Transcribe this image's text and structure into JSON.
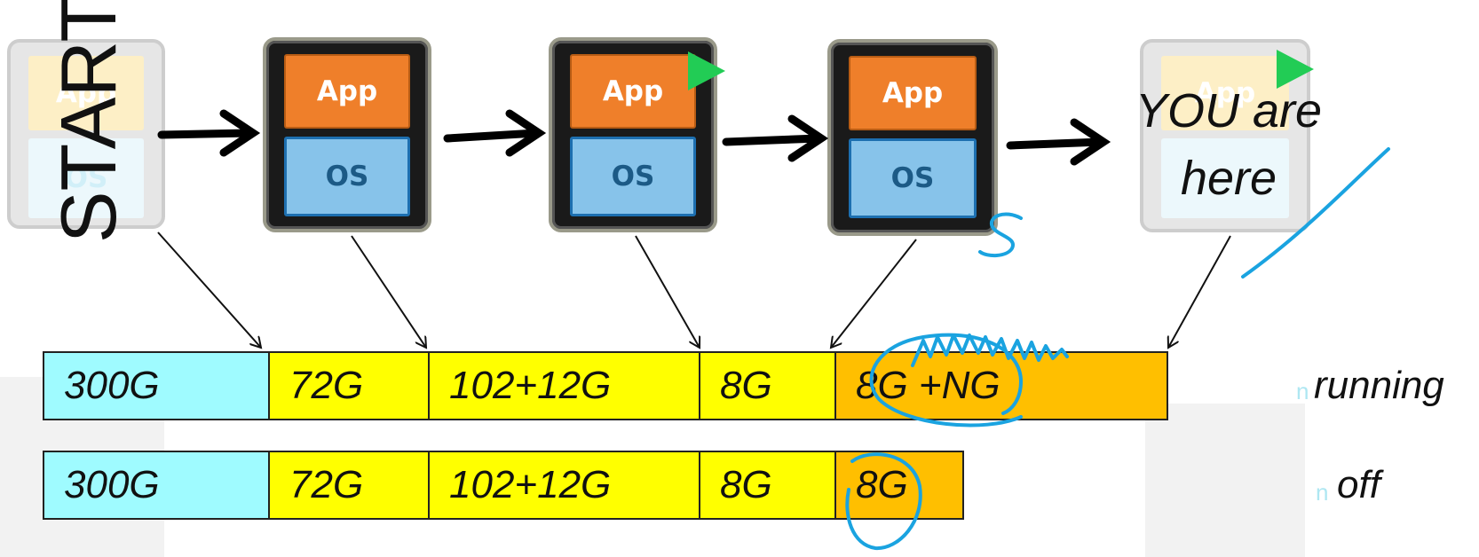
{
  "start_label": "START",
  "you_are_here": {
    "line1": "YOU are",
    "line2": "here"
  },
  "vm_layers": {
    "app": "App",
    "os": "OS"
  },
  "bars": {
    "running": {
      "segments": [
        "300G",
        "72G",
        "102+12G",
        "8G",
        "8G +NG"
      ],
      "label": "running"
    },
    "off": {
      "segments": [
        "300G",
        "72G",
        "102+12G",
        "8G",
        "8G"
      ],
      "label": "off"
    }
  },
  "bullet_glyph": "n",
  "colors": {
    "base_disk": "#9ffbff",
    "snapshot_disk": "#ffff00",
    "current_disk": "#ffbf00",
    "app_layer": "#ef7f2a",
    "os_layer": "#87c3ea",
    "play_marker": "#22cc55",
    "annotation_ink": "#1aa3e0"
  }
}
